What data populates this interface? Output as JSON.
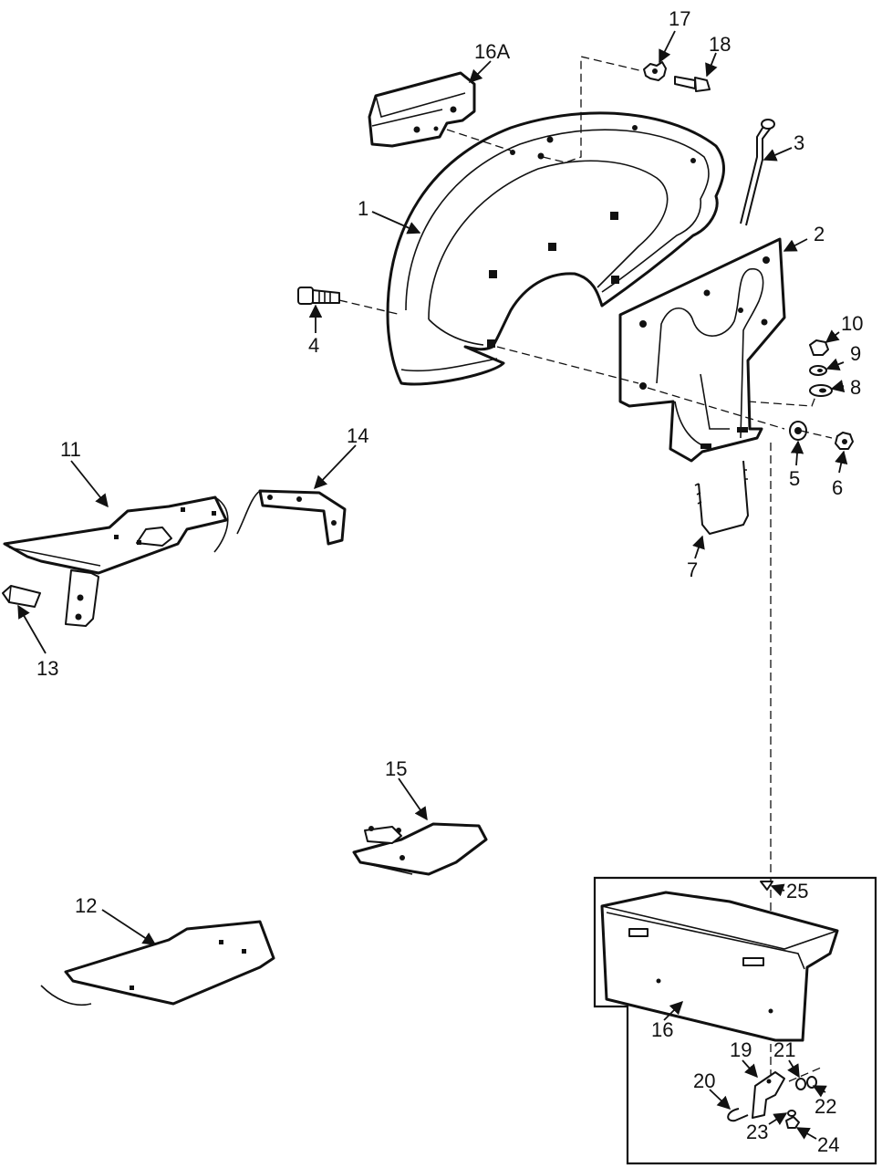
{
  "diagram": {
    "callouts": {
      "c1": "1",
      "c2": "2",
      "c3": "3",
      "c4": "4",
      "c5": "5",
      "c6": "6",
      "c7": "7",
      "c8": "8",
      "c9": "9",
      "c10": "10",
      "c11": "11",
      "c12": "12",
      "c13": "13",
      "c14": "14",
      "c15": "15",
      "c16": "16",
      "c16a": "16A",
      "c17": "17",
      "c18": "18",
      "c19": "19",
      "c20": "20",
      "c21": "21",
      "c22": "22",
      "c23": "23",
      "c24": "24",
      "c25": "25"
    }
  }
}
